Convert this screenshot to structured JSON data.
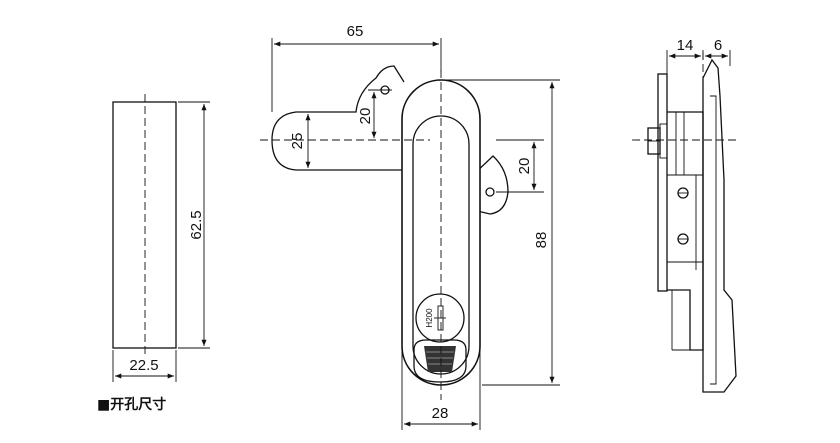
{
  "dimensions": {
    "cutout_width": "22.5",
    "cutout_height": "62.5",
    "overall_width": "65",
    "cam_offset": "25",
    "upper_pivot": "20",
    "lower_pivot": "20",
    "overall_height": "88",
    "handle_width": "28",
    "side_depth": "14",
    "side_thickness": "6"
  },
  "labels": {
    "caption": "■开孔尺寸",
    "model_mark": "H200"
  }
}
